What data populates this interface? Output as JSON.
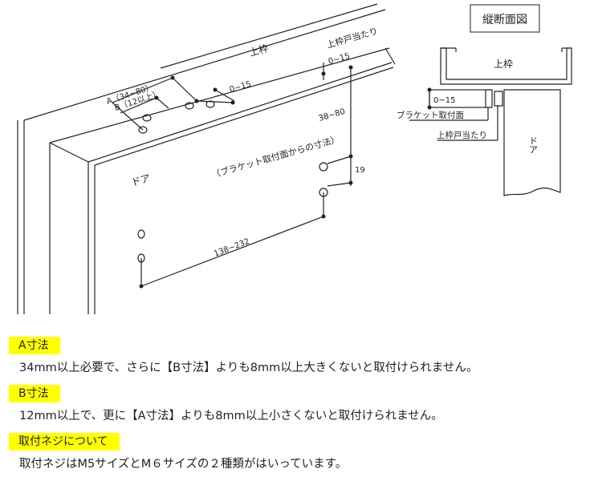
{
  "diagram": {
    "vertical_section_title": "縦断面図",
    "label_upper_frame": "上枠",
    "label_upper_frame_stop": "上枠戸当たり",
    "label_range_0_15": "0~15",
    "label_a_dim": "A（34~80）",
    "label_b_dim": "B（12以上）",
    "label_38_80": "38~80",
    "label_bracket_note": "（ブラケット取付面からの寸法）",
    "label_door": "ドア",
    "label_19": "19",
    "label_138_232": "138~232",
    "section_upper_frame": "上枠",
    "section_range": "0~15",
    "section_bracket_face": "ブラケット取付面",
    "section_frame_stop": "上枠戸当たり",
    "section_door": "ドア"
  },
  "notes": [
    {
      "heading": "A寸法",
      "text": "34mm以上必要で、さらに【B寸法】よりも8mm以上大きくないと取付けられません。"
    },
    {
      "heading": "B寸法",
      "text": "12mm以上で、更に【A寸法】よりも8mm以上小さくないと取付けられません。"
    },
    {
      "heading": "取付ネジについて",
      "text": "取付ネジはM5サイズとM６サイズの２種類がはいっています。"
    }
  ],
  "colors": {
    "highlight": "#ffff00",
    "line": "#222222"
  }
}
